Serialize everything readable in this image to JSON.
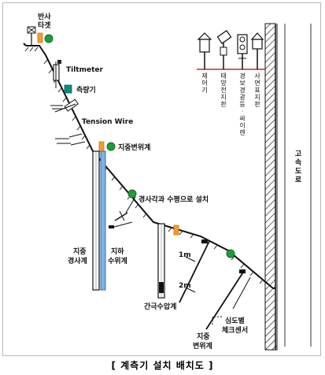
{
  "diagram": {
    "caption": "[ 계측기 설치 배치도 ]",
    "labels": {
      "reflector_line1": "반사",
      "reflector_line2": "타겟",
      "tiltmeter": "Tiltmeter",
      "survey_instrument": "측량기",
      "tension_wire": "Tension Wire",
      "ground_displacement_top": "지중변위계",
      "install_note": "경사각과 수평으로 설치",
      "inclinometer_line1": "지중",
      "inclinometer_line2": "경사계",
      "water_gauge_line1": "지하",
      "water_gauge_line2": "수위계",
      "piezometer": "간극수압계",
      "depth_1m": "1m",
      "depth_2m": "2m",
      "ground_displacement_bottom_line1": "지중",
      "ground_displacement_bottom_line2": "변위계",
      "depth_sensor_line1": "심도별",
      "depth_sensor_line2": "체크센서",
      "highway": "고 속 도 로",
      "sign_control": "제어기",
      "sign_solar": "태양전지판",
      "sign_warning": "경보경광등·싸이렌",
      "sign_display": "사면표지판"
    }
  }
}
